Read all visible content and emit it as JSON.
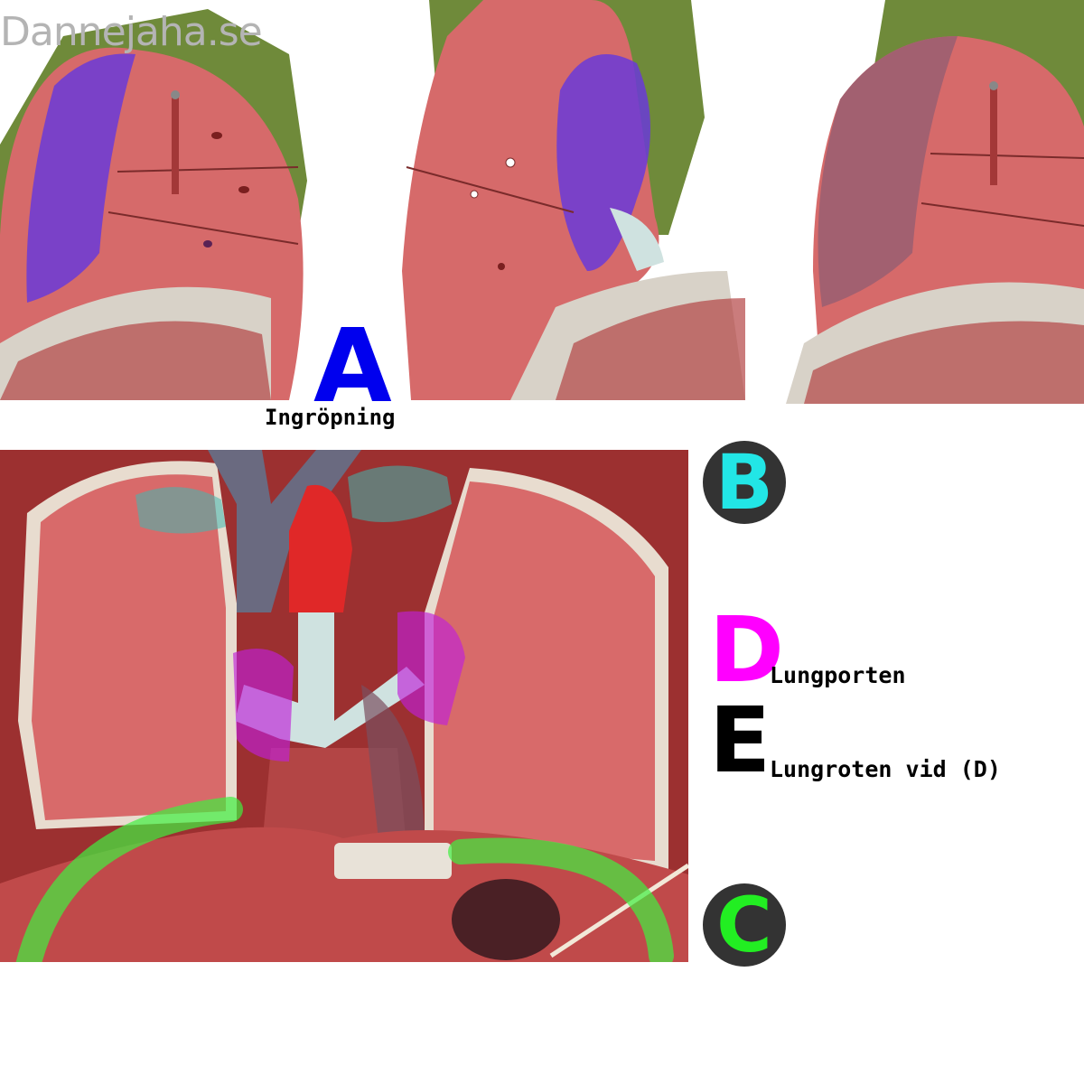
{
  "watermark": "Dannejaha.se",
  "labels": {
    "a": {
      "letter": "A",
      "text": "Ingröpning",
      "color": "#0000ee"
    },
    "b": {
      "letter": "B",
      "color": "#22e6e6"
    },
    "c": {
      "letter": "C",
      "color": "#22ee22"
    },
    "d": {
      "letter": "D",
      "text": "Lungporten",
      "color": "#ff00ff"
    },
    "e": {
      "letter": "E",
      "text": "Lungroten vid (D)",
      "color": "#000000"
    }
  },
  "figure_marks": {
    "highlight_colors": {
      "impression": "#6a3ad8",
      "apex": "#40b8b0",
      "hilum": "#c020d8",
      "diaphragm_surface": "#40f040"
    }
  }
}
